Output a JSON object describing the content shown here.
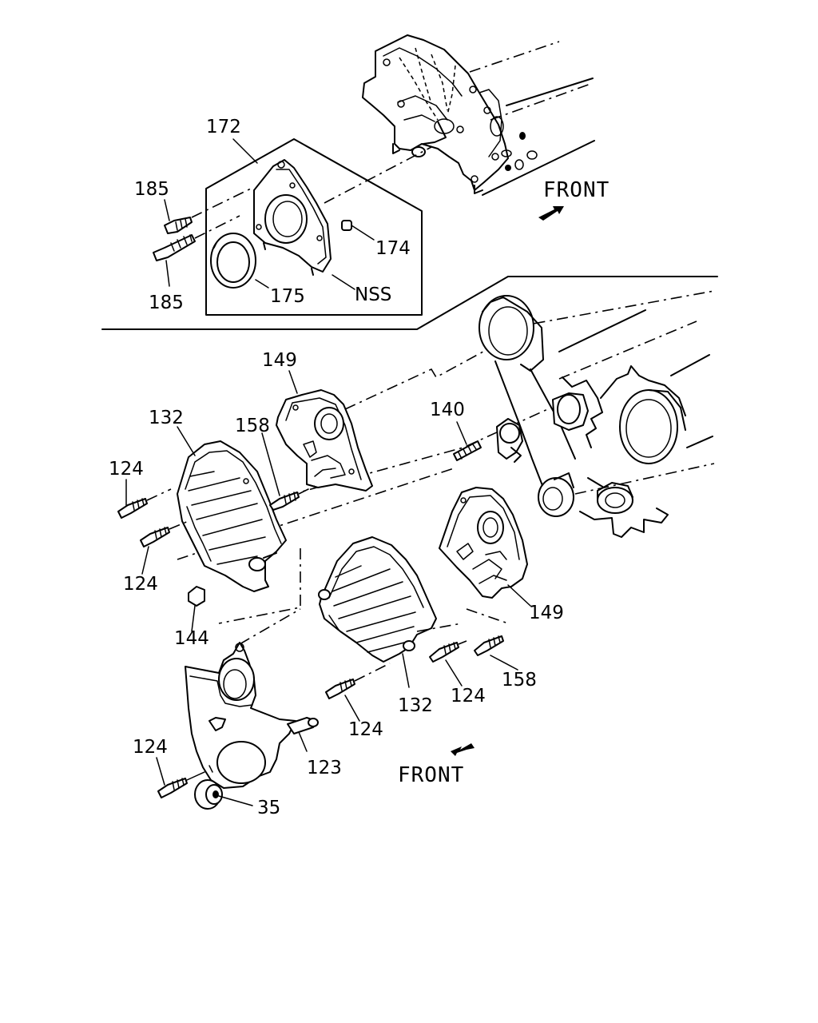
{
  "diagram": {
    "labels": {
      "l172": "172",
      "l185a": "185",
      "l185b": "185",
      "l174": "174",
      "l175": "175",
      "lnss": "NSS",
      "front_top": "FRONT",
      "l149a": "149",
      "l132a": "132",
      "l158a": "158",
      "l140": "140",
      "l124a": "124",
      "l124b": "124",
      "l144": "144",
      "l149b": "149",
      "l158b": "158",
      "l124c": "124",
      "l132b": "132",
      "l124d": "124",
      "l124e": "124",
      "l123": "123",
      "l35": "35",
      "front_bottom": "FRONT"
    }
  }
}
